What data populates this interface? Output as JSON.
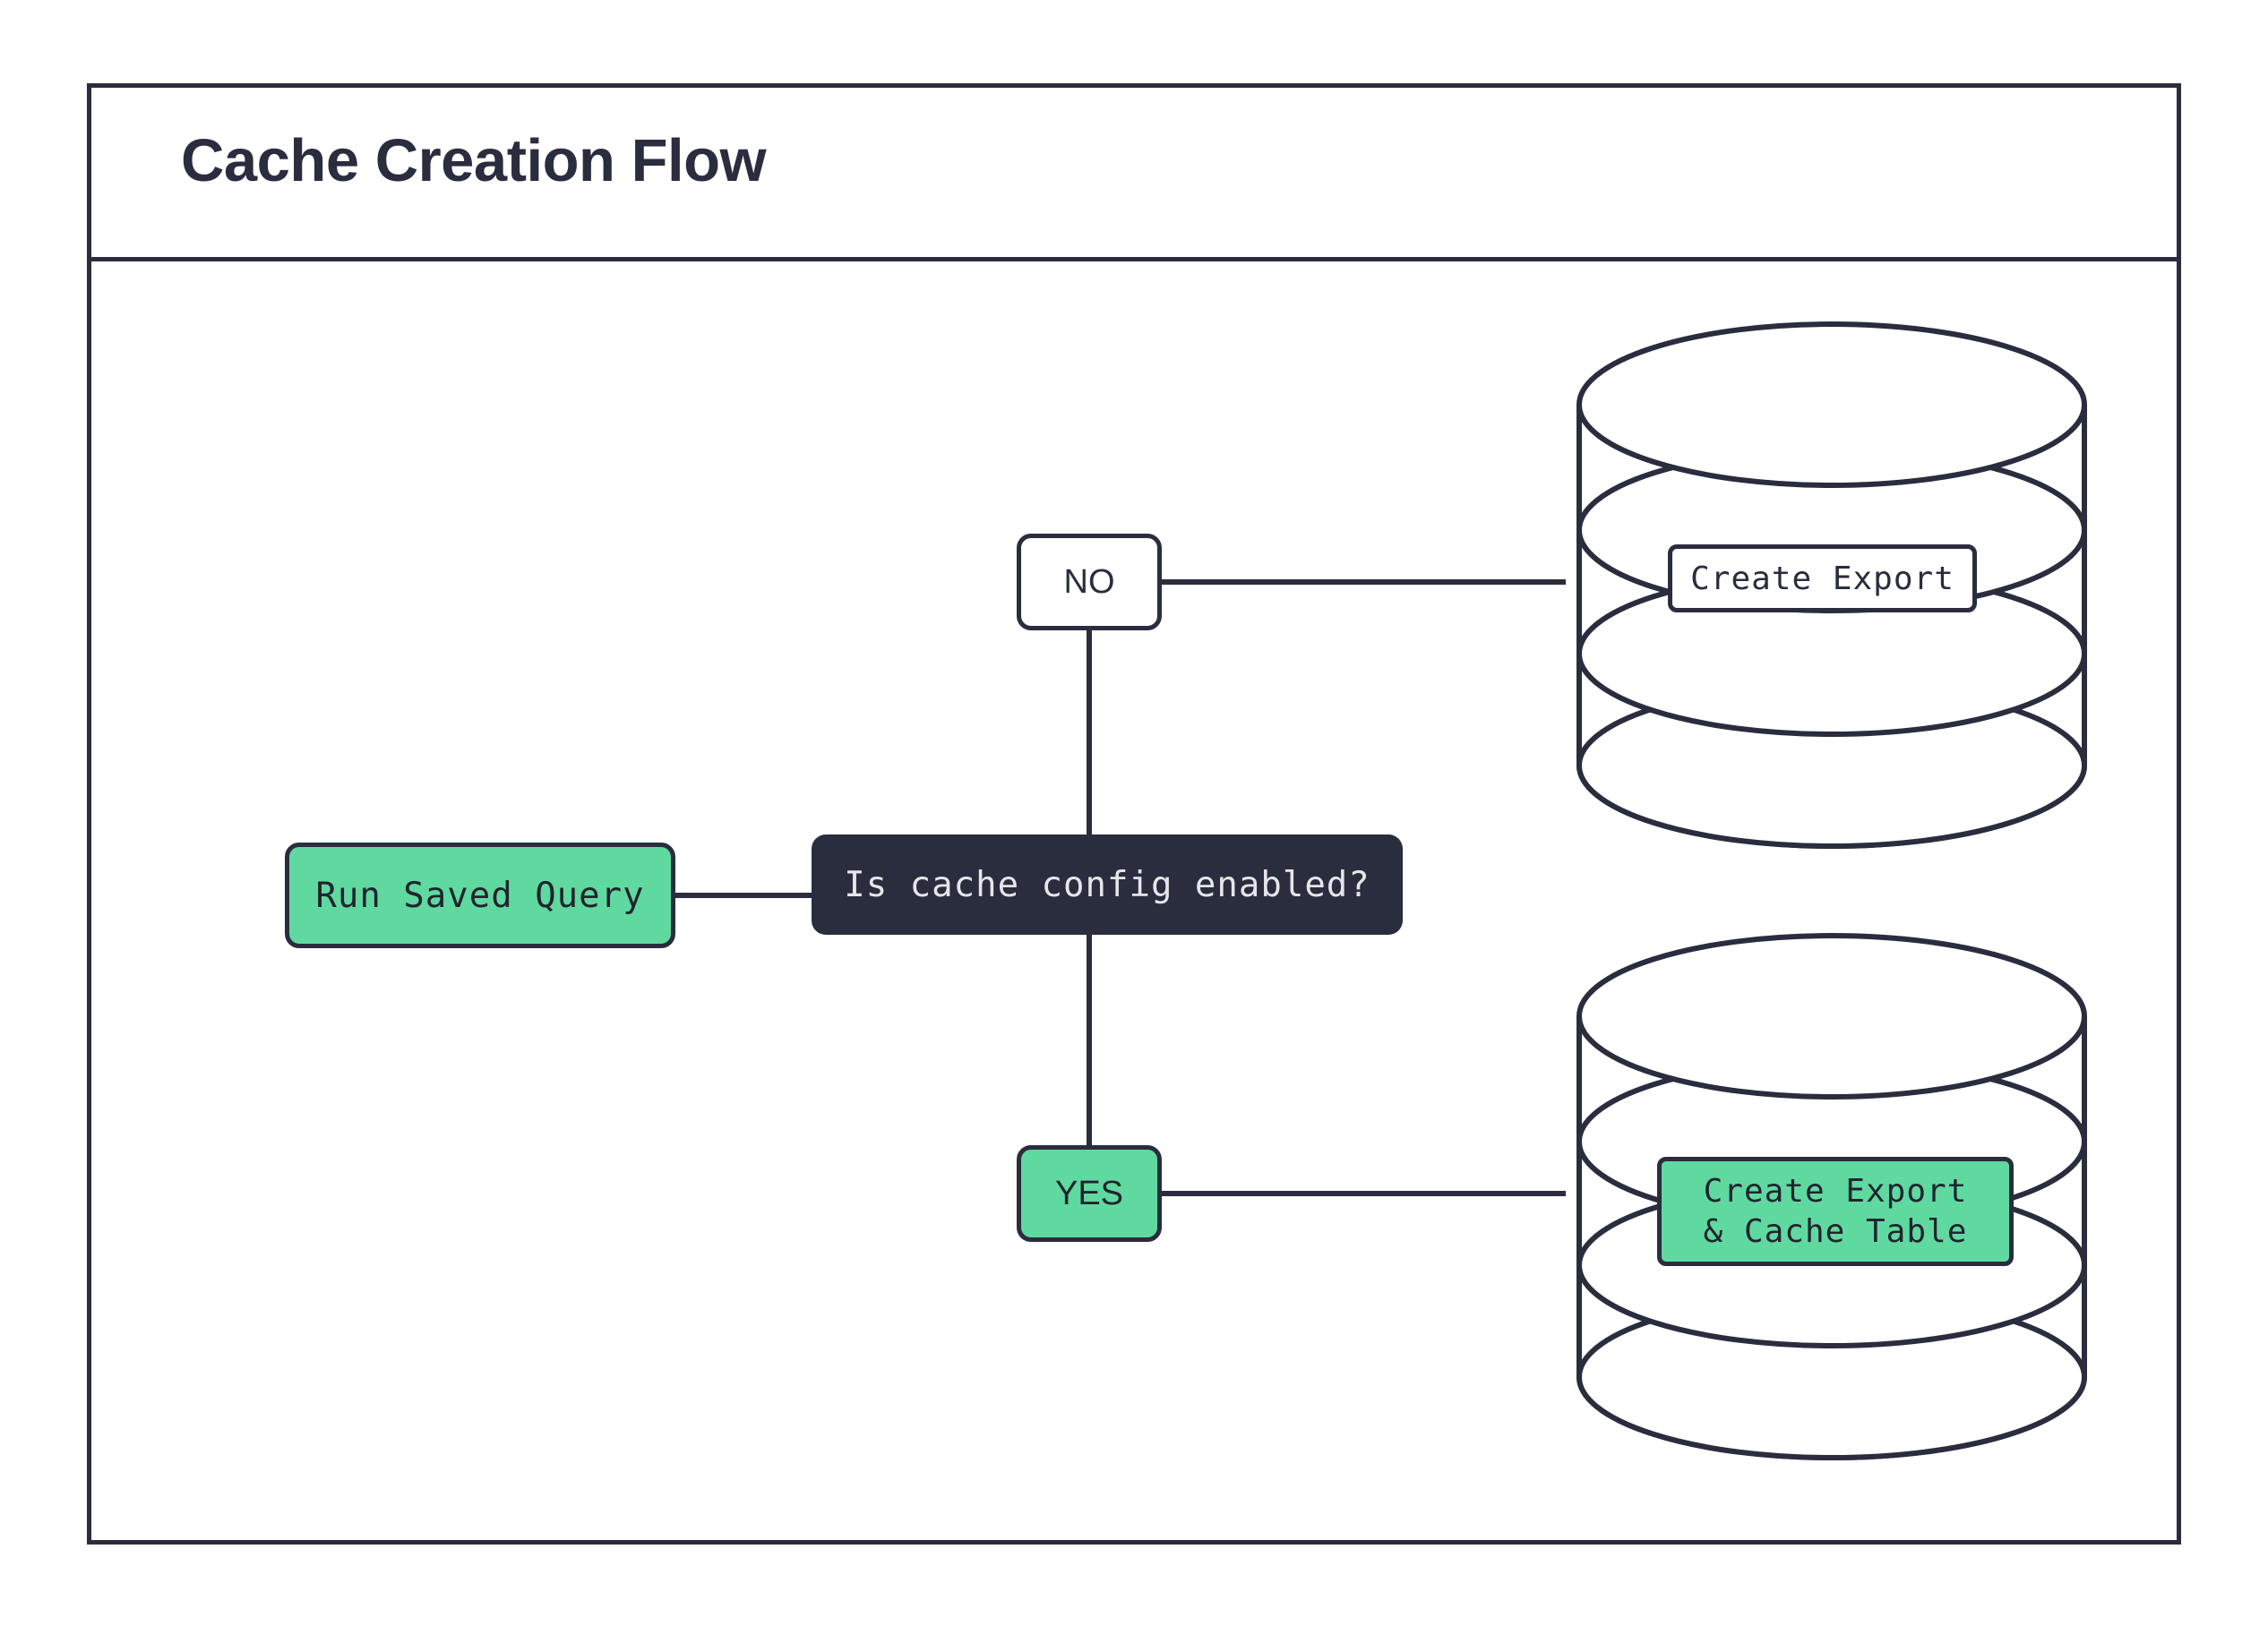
{
  "diagram": {
    "title": "Cache Creation Flow",
    "type": "flowchart",
    "direction": "left-to-right",
    "colors": {
      "stroke": "#2a2d3d",
      "dark_fill": "#2a2d3d",
      "dark_text": "#e4e6ea",
      "green_fill": "#5fd9a0",
      "white_fill": "#ffffff",
      "text": "#21242f",
      "background": "#ffffff"
    }
  },
  "nodes": {
    "run_saved_query": {
      "label": "Run Saved Query",
      "shape": "rounded-rect",
      "fill": "green"
    },
    "decision": {
      "label": "Is cache config enabled?",
      "shape": "rounded-rect",
      "fill": "dark"
    },
    "branch_no": {
      "label": "NO",
      "shape": "rounded-rect",
      "fill": "white"
    },
    "branch_yes": {
      "label": "YES",
      "shape": "rounded-rect",
      "fill": "green"
    },
    "database_top": {
      "label": "Create Export",
      "shape": "database-cylinder",
      "fill": "white"
    },
    "database_bottom": {
      "label_line_1": "Create Export",
      "label_line_2": "& Cache Table",
      "shape": "database-cylinder",
      "fill": "green"
    }
  },
  "edges": [
    {
      "from": "run_saved_query",
      "to": "decision",
      "label": ""
    },
    {
      "from": "decision",
      "to": "branch_no",
      "label": ""
    },
    {
      "from": "decision",
      "to": "branch_yes",
      "label": ""
    },
    {
      "from": "branch_no",
      "to": "database_top",
      "label": ""
    },
    {
      "from": "branch_yes",
      "to": "database_bottom",
      "label": ""
    }
  ]
}
